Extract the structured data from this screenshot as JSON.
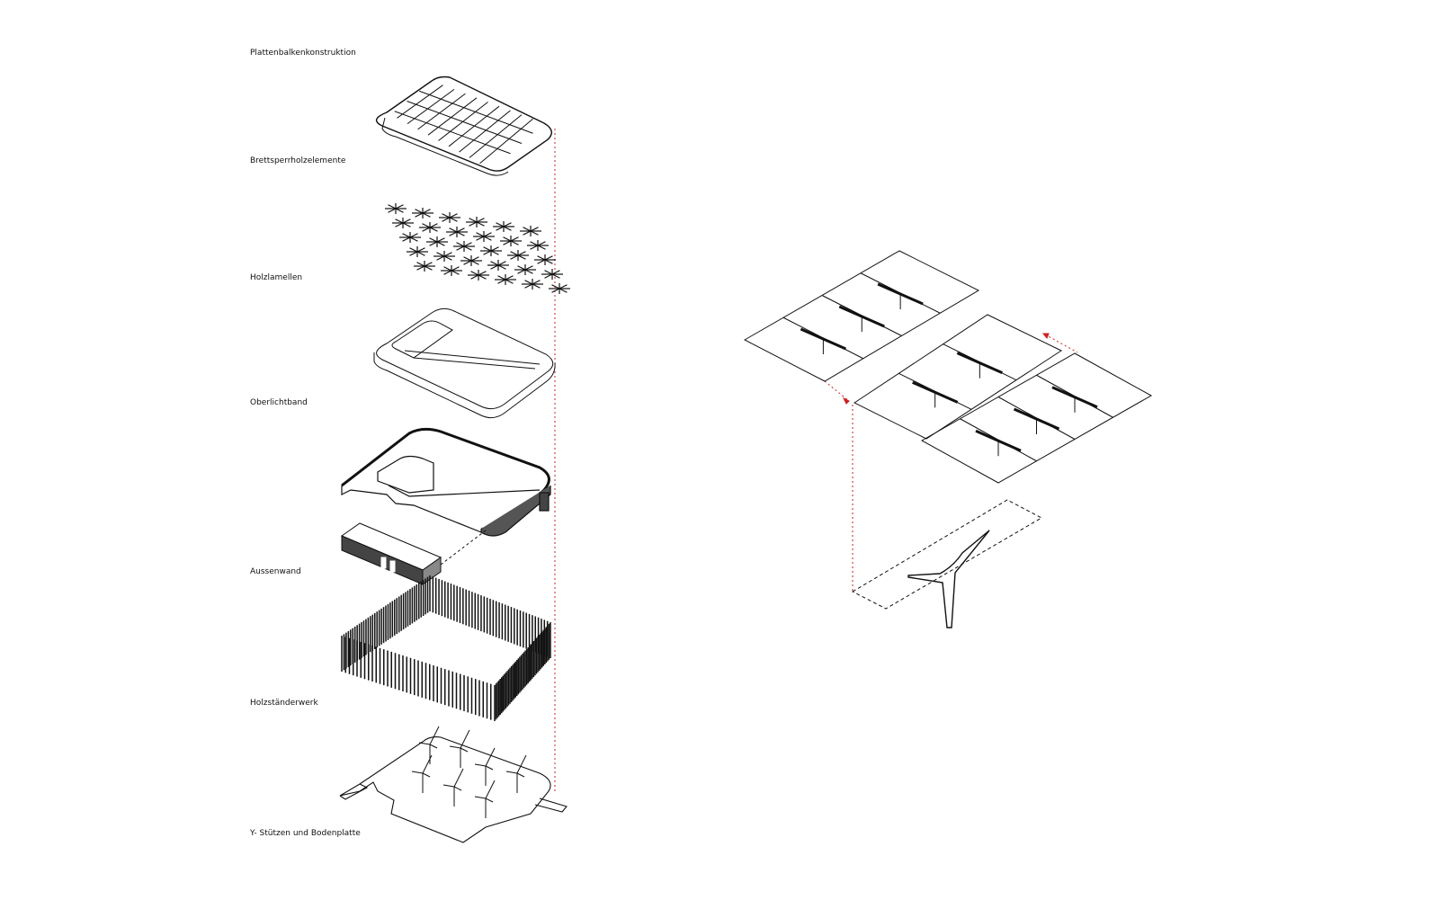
{
  "labels": [
    "Plattenbalkenkonstruktion",
    "Brettsperrholzelemente",
    "Holzlamellen",
    "Oberlichtband",
    "Aussenwand",
    "Holzständerwerk",
    "Y- Stützen und Bodenplatte"
  ],
  "colors": {
    "line": "#111111",
    "guide": "#cc2222"
  }
}
